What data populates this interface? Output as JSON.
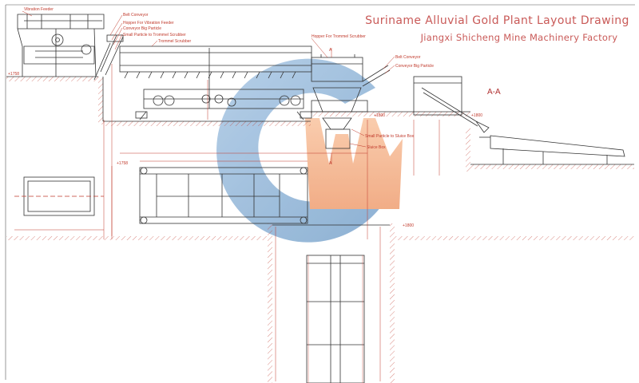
{
  "title": "Suriname Alluvial Gold Plant Layout Drawing",
  "subtitle": "Jiangxi Shicheng Mine Machinery Factory",
  "section_label": "A-A",
  "labels": {
    "vibration_feeder": "Vibration Feeder",
    "belt_conveyor_1": "Belt Conveyor",
    "hopper_vibration_feeder": "Hopper For Vibration Feeder",
    "conveyor_big_particle_1": "Conveyor Big Particle",
    "small_particle_trommel": "Small Particle to Trommel Scrubber",
    "trommel_scrubber": "Trommel Scrubber",
    "hopper_trommel": "Hopper For Trommel Scrubber",
    "belt_conveyor_2": "Belt Conveyor",
    "conveyor_big_particle_2": "Conveyor Big Particle",
    "small_particle_sluice": "Small Particle to Sluice Box",
    "sluice_box": "Sluice Box"
  },
  "elevations": {
    "e1": "+1758",
    "e2": "+1800",
    "e3": "+1800",
    "e4": "+1758",
    "e5": "+1800"
  },
  "markers": {
    "a_top": "A",
    "a_bottom": "A"
  },
  "colors": {
    "line": "#3a3a3a",
    "red": "#c0392b",
    "blue_logo": "#8fb4d6",
    "orange_logo": "#f2b08a"
  }
}
